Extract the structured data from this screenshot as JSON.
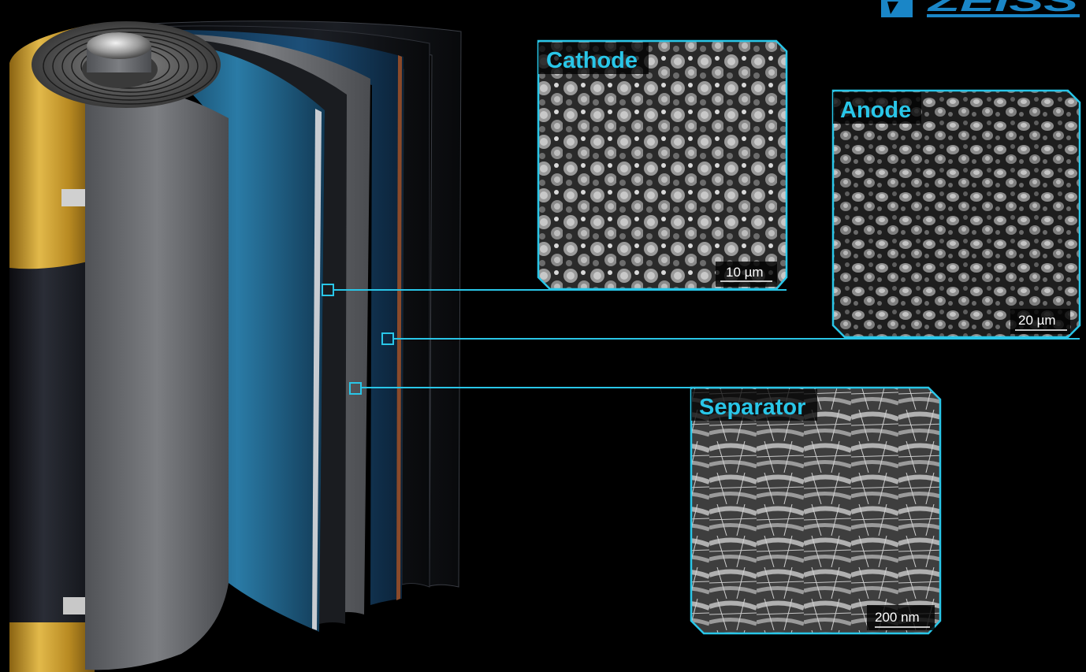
{
  "colors": {
    "background": "#000000",
    "accent": "#29c6e8",
    "logo": "#1a86c7",
    "battery_gold": "#c9992a",
    "battery_body": "#6a6a6a",
    "layer_blue": "#1f5f85"
  },
  "logo": {
    "text": "ZEISS"
  },
  "panels": [
    {
      "id": "cathode",
      "label": "Cathode",
      "scale_bar": "10 µm"
    },
    {
      "id": "anode",
      "label": "Anode",
      "scale_bar": "20 µm"
    },
    {
      "id": "separator",
      "label": "Separator",
      "scale_bar": "200 nm"
    }
  ]
}
